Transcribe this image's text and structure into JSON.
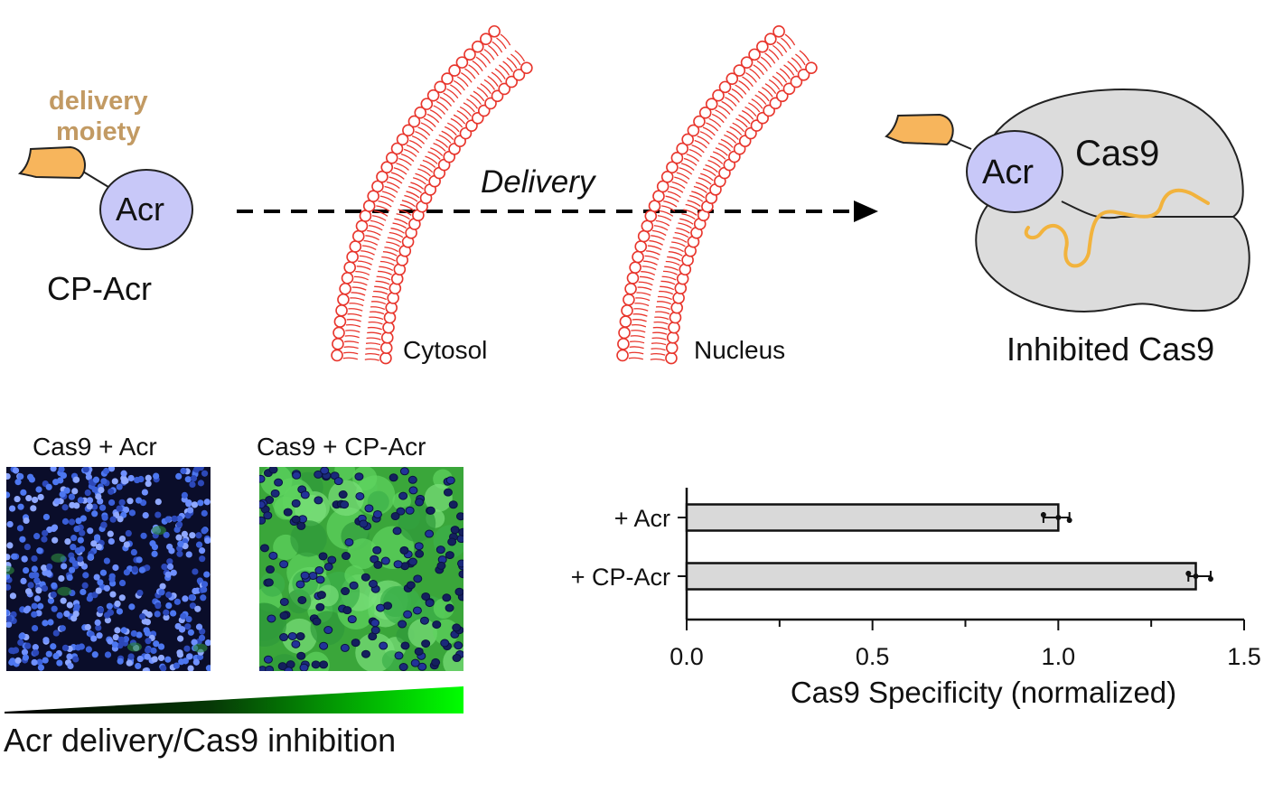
{
  "colors": {
    "acr_fill": "#c8c8f8",
    "moiety_fill": "#f7b55c",
    "moiety_label": "#c29a63",
    "cas9_fill": "#dcdcdc",
    "rna": "#f2b33d",
    "membrane": "#e8352c",
    "bar_fill": "#d9d9d9",
    "gradient_start": "#000000",
    "gradient_end": "#00ff00"
  },
  "schematic": {
    "moiety_label_line1": "delivery",
    "moiety_label_line2": "moiety",
    "acr_label": "Acr",
    "cp_acr_label": "CP-Acr",
    "delivery_label": "Delivery",
    "cytosol_label": "Cytosol",
    "nucleus_label": "Nucleus",
    "cas9_label": "Cas9",
    "complex_acr_label": "Acr",
    "inhibited_label": "Inhibited Cas9"
  },
  "microscopy": {
    "left_title": "Cas9 + Acr",
    "right_title": "Cas9 + CP-Acr",
    "gradient_label": "Acr delivery/Cas9 inhibition"
  },
  "chart_data": {
    "type": "bar",
    "orientation": "horizontal",
    "categories": [
      "+ Acr",
      "+ CP-Acr"
    ],
    "values": [
      1.0,
      1.37
    ],
    "points": [
      [
        0.96,
        1.0,
        1.03
      ],
      [
        1.35,
        1.37,
        1.41
      ]
    ],
    "xlabel": "Cas9 Specificity (normalized)",
    "ylabel": "",
    "xlim": [
      0,
      1.5
    ],
    "xticks": [
      0.0,
      0.5,
      1.0,
      1.5
    ],
    "xtick_labels": [
      "0.0",
      "0.5",
      "1.0",
      "1.5"
    ],
    "minor_ticks": [
      0.25,
      0.75,
      1.25
    ],
    "grid": false
  }
}
